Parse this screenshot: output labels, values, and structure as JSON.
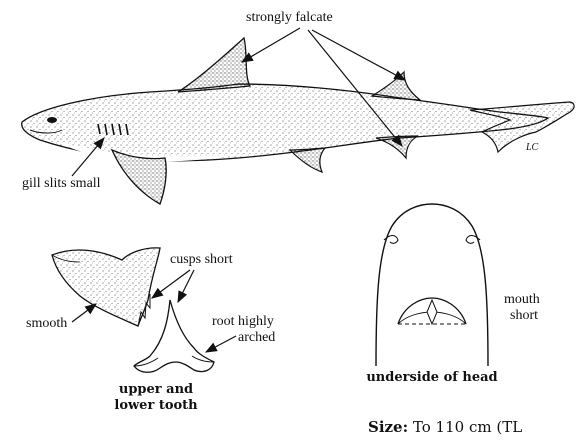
{
  "labels": {
    "strongly_falcate": "strongly falcate",
    "gill_slits": "gill slits small",
    "cusps_short": "cusps short",
    "root_line1": "root highly",
    "root_line2": "arched",
    "smooth": "smooth",
    "mouth_line1": "mouth",
    "mouth_line2": "short",
    "signature": "LC"
  },
  "captions": {
    "teeth_line1": "upper and",
    "teeth_line2": "lower tooth",
    "head": "underside of head"
  },
  "size": {
    "label": "Size:",
    "value": "To 110 cm (TL"
  }
}
